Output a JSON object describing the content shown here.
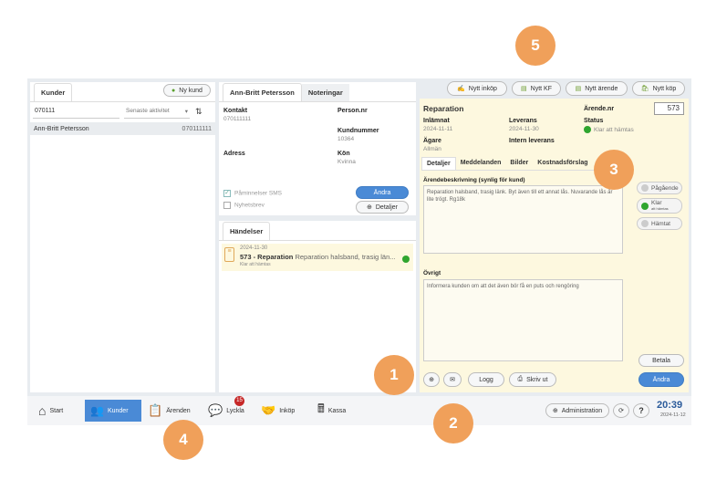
{
  "toolbar": {
    "nytt_inkop": "Nytt inköp",
    "nytt_kf": "Nytt KF",
    "nytt_arende": "Nytt ärende",
    "ny_kop": "Nytt köp"
  },
  "customers": {
    "tab": "Kunder",
    "new_button": "Ny kund",
    "search_value": "070111",
    "sort_value": "Senaste aktivitet",
    "rows": [
      {
        "name": "Ann-Britt Petersson",
        "phone": "070111111"
      }
    ]
  },
  "customer_detail": {
    "tabs": [
      "Ann-Britt Petersson",
      "Noteringar"
    ],
    "kontakt_label": "Kontakt",
    "kontakt_value": "070111111",
    "personnr_label": "Person.nr",
    "kundnummer_label": "Kundnummer",
    "kundnummer_value": "10364",
    "adress_label": "Adress",
    "kon_label": "Kön",
    "kon_value": "Kvinna",
    "sms_label": "Påminnelser SMS",
    "nyhetsbrev_label": "Nyhetsbrev",
    "andra_button": "Ändra",
    "detaljer_button": "Detaljer"
  },
  "events": {
    "tab": "Händelser",
    "items": [
      {
        "date": "2024-11-30",
        "title": "573 - Reparation",
        "desc": "Reparation halsband, trasig län...",
        "status": "Klar att hämtas"
      }
    ]
  },
  "repair": {
    "title": "Reparation",
    "arendenr_label": "Ärende.nr",
    "arendenr_value": "573",
    "inlamnat_label": "Inlämnat",
    "inlamnat_value": "2024-11-11",
    "leverans_label": "Leverans",
    "leverans_value": "2024-11-30",
    "status_label": "Status",
    "status_value": "Klar att hämtas",
    "agare_label": "Ägare",
    "agare_value": "Allmän",
    "intern_label": "Intern leverans",
    "tabs": [
      "Detaljer",
      "Meddelanden",
      "Bilder",
      "Kostnadsförslag"
    ],
    "desc_label": "Ärendebeskrivning (synlig för kund)",
    "desc_text": "Reparation halsband, trasig länk. Byt även till ett annat lås. Nuvarande lås är lite trögt. Rg18k",
    "ovrigt_label": "Övrigt",
    "ovrigt_text": "Informera kunden om att det även bör få en puts och rengöring",
    "statuses": {
      "pagaende": "Pågående",
      "klar": "Klar",
      "klar_sub": "att hämtas",
      "hamtat": "Hämtat"
    },
    "betala_button": "Betala",
    "andra_button": "Ändra",
    "logg_button": "Logg",
    "skriv_ut_button": "Skriv ut"
  },
  "nav": {
    "start": "Start",
    "kunder": "Kunder",
    "arenden": "Ärenden",
    "lyckla": "Lyckla",
    "lyckla_badge": "15",
    "inkop": "Inköp",
    "kassa": "Kassa",
    "administration": "Administration",
    "time": "20:39",
    "date": "2024-11-12"
  },
  "callouts": [
    "1",
    "2",
    "3",
    "4",
    "5"
  ],
  "colors": {
    "accent": "#4a8ad6",
    "callout": "#f0a05a",
    "status_green": "#2fa52f",
    "yellow_panel": "#fdf8df"
  }
}
